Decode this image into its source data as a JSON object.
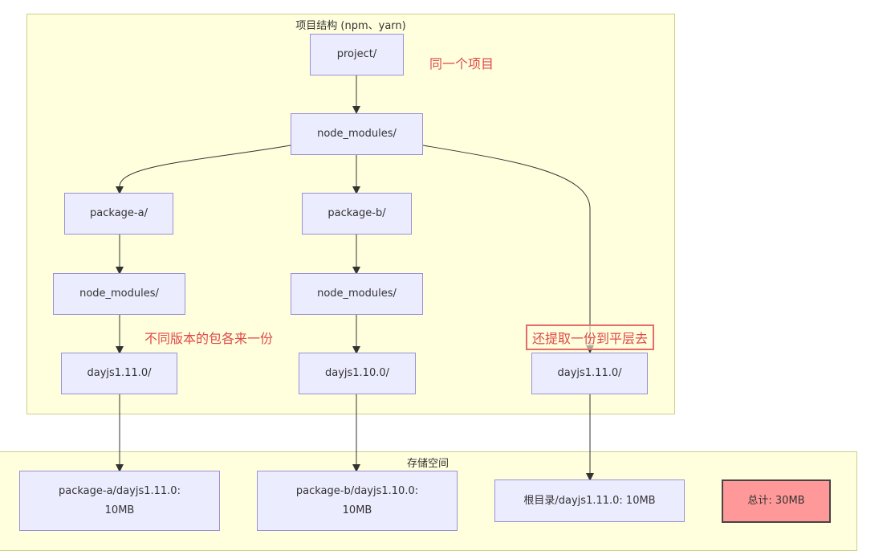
{
  "clusters": {
    "project": {
      "title": "项目结构 (npm、yarn)"
    },
    "storage": {
      "title": "存储空间"
    }
  },
  "nodes": {
    "project": "project/",
    "root_node_modules": "node_modules/",
    "package_a": "package-a/",
    "package_b": "package-b/",
    "package_a_node_modules": "node_modules/",
    "package_b_node_modules": "node_modules/",
    "package_a_dayjs": "dayjs1.11.0/",
    "package_b_dayjs": "dayjs1.10.0/",
    "hoisted_dayjs": "dayjs1.11.0/",
    "storage_a": "package-a/dayjs1.11.0: 10MB",
    "storage_b": "package-b/dayjs1.10.0: 10MB",
    "storage_root": "根目录/dayjs1.11.0: 10MB",
    "storage_total": "总计: 30MB"
  },
  "annotations": {
    "same_project": "同一个项目",
    "each_version": "不同版本的包各来一份",
    "hoisted": "还提取一份到平层去"
  },
  "colors": {
    "cluster_fill": "#ffffde",
    "cluster_border": "#c9d186",
    "node_fill": "#ececff",
    "node_border": "#9a90d6",
    "total_fill": "#ff9999",
    "annotation": "#e04848",
    "edge": "#333333"
  }
}
